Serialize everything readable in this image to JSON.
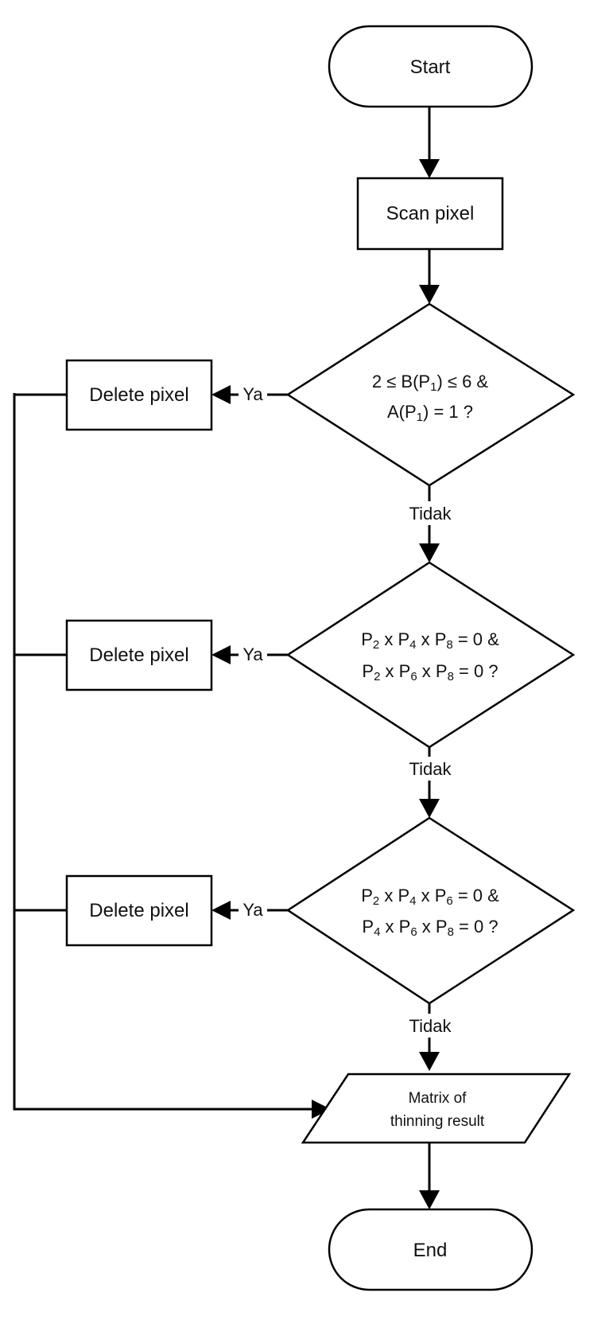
{
  "start": {
    "label": "Start"
  },
  "scan": {
    "label": "Scan pixel"
  },
  "decision1": {
    "line1": [
      {
        "t": "2 ≤ B(P"
      },
      {
        "t": "1",
        "sub": true
      },
      {
        "t": ") ≤  6 &"
      }
    ],
    "line2": [
      {
        "t": "A(P"
      },
      {
        "t": "1",
        "sub": true
      },
      {
        "t": ") = 1 ?"
      }
    ]
  },
  "decision2": {
    "line1": [
      {
        "t": "P"
      },
      {
        "t": "2",
        "sub": true
      },
      {
        "t": " x P"
      },
      {
        "t": "4",
        "sub": true
      },
      {
        "t": " x P"
      },
      {
        "t": "8",
        "sub": true
      },
      {
        "t": " = 0 &"
      }
    ],
    "line2": [
      {
        "t": "P"
      },
      {
        "t": "2",
        "sub": true
      },
      {
        "t": " x P"
      },
      {
        "t": "6",
        "sub": true
      },
      {
        "t": " x P"
      },
      {
        "t": "8",
        "sub": true
      },
      {
        "t": " = 0 ?"
      }
    ]
  },
  "decision3": {
    "line1": [
      {
        "t": "P"
      },
      {
        "t": "2",
        "sub": true
      },
      {
        "t": " x P"
      },
      {
        "t": "4",
        "sub": true
      },
      {
        "t": " x P"
      },
      {
        "t": "6",
        "sub": true
      },
      {
        "t": " = 0 &"
      }
    ],
    "line2": [
      {
        "t": "P"
      },
      {
        "t": "4",
        "sub": true
      },
      {
        "t": " x P"
      },
      {
        "t": "6",
        "sub": true
      },
      {
        "t": " x P"
      },
      {
        "t": "8",
        "sub": true
      },
      {
        "t": " = 0 ?"
      }
    ]
  },
  "delete1": {
    "label": "Delete  pixel"
  },
  "delete2": {
    "label": "Delete  pixel"
  },
  "delete3": {
    "label": "Delete  pixel"
  },
  "yes_label": "Ya",
  "no_label": "Tidak",
  "output": {
    "line1": "Matrix of",
    "line2": "thinning result"
  },
  "end": {
    "label": "End"
  }
}
